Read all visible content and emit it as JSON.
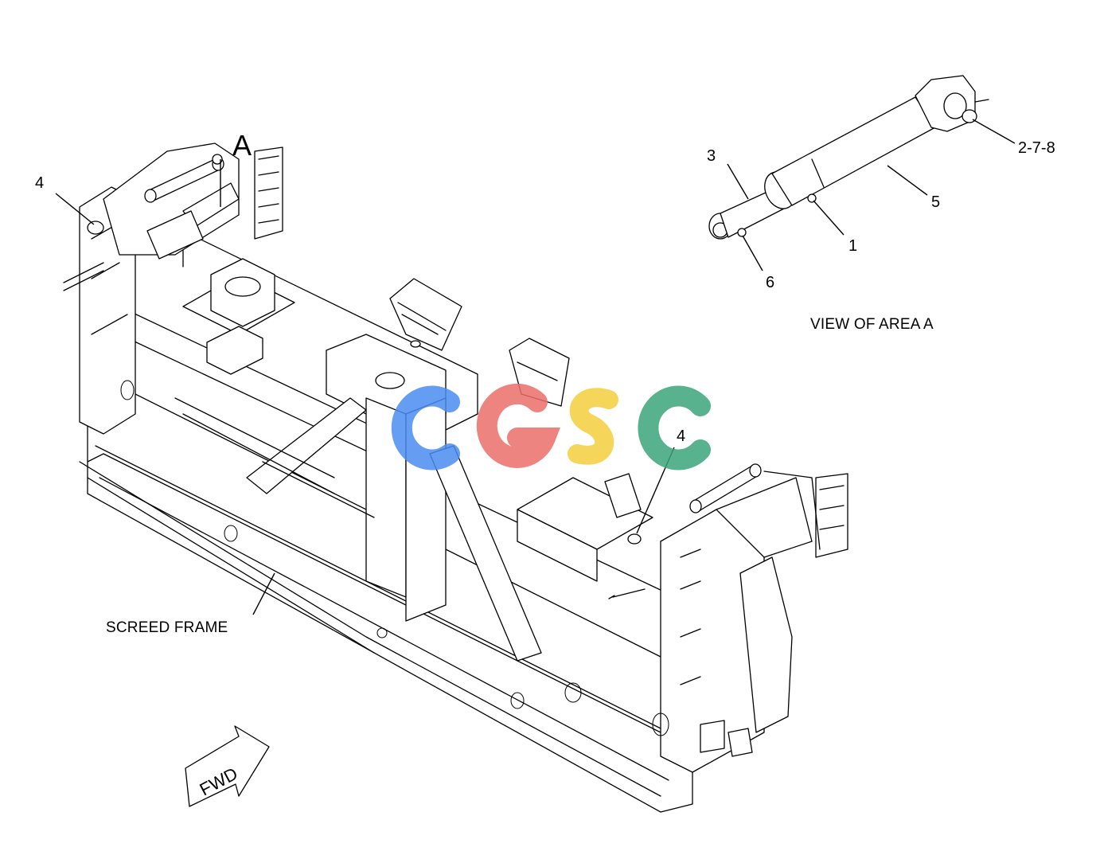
{
  "callouts": {
    "area_marker": "A",
    "part_4_left": "4",
    "part_4_right": "4",
    "part_3": "3",
    "part_2_7_8": "2-7-8",
    "part_5": "5",
    "part_1": "1",
    "part_6": "6"
  },
  "captions": {
    "view_of_area": "VIEW OF AREA A",
    "screed_frame": "SCREED FRAME",
    "fwd_arrow": "FWD"
  },
  "watermark": {
    "letters": [
      "C",
      "G",
      "S",
      "C"
    ],
    "colors": [
      "#4a8df0",
      "#ec6f6a",
      "#f4d03f",
      "#3aa57a"
    ]
  }
}
